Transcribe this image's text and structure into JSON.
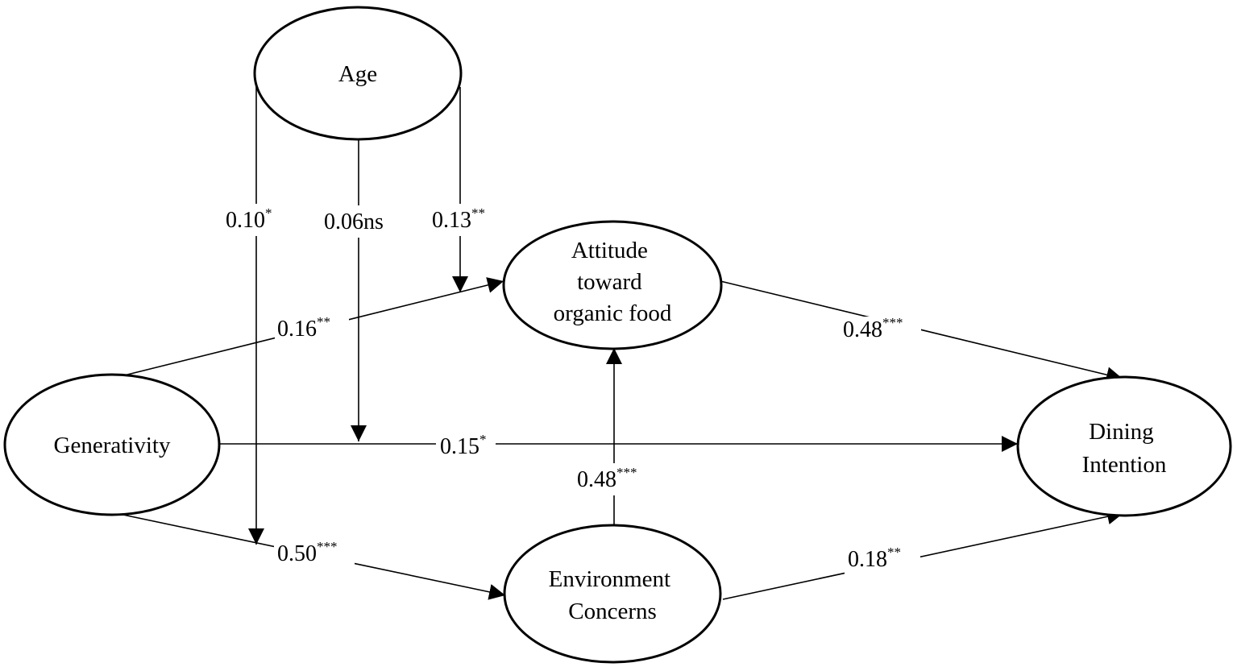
{
  "diagram": {
    "nodes": {
      "age": {
        "label": "Age"
      },
      "attitude": {
        "lines": [
          "Attitude",
          "toward",
          "organic food"
        ]
      },
      "generativity": {
        "label": "Generativity"
      },
      "dining": {
        "lines": [
          "Dining",
          "Intention"
        ]
      },
      "environment": {
        "lines": [
          "Environment",
          "Concerns"
        ]
      }
    },
    "paths": {
      "age_moderation_environment": {
        "value": "0.10",
        "sig": "*"
      },
      "age_moderation_dining": {
        "value": "0.06ns",
        "sig": ""
      },
      "age_moderation_attitude": {
        "value": "0.13",
        "sig": "**"
      },
      "generativity_to_attitude": {
        "value": "0.16",
        "sig": "**"
      },
      "attitude_to_dining": {
        "value": "0.48",
        "sig": "***"
      },
      "generativity_to_dining": {
        "value": "0.15",
        "sig": "*"
      },
      "environment_to_attitude": {
        "value": "0.48",
        "sig": "***"
      },
      "generativity_to_environment": {
        "value": "0.50",
        "sig": "***"
      },
      "environment_to_dining": {
        "value": "0.18",
        "sig": "**"
      }
    }
  }
}
